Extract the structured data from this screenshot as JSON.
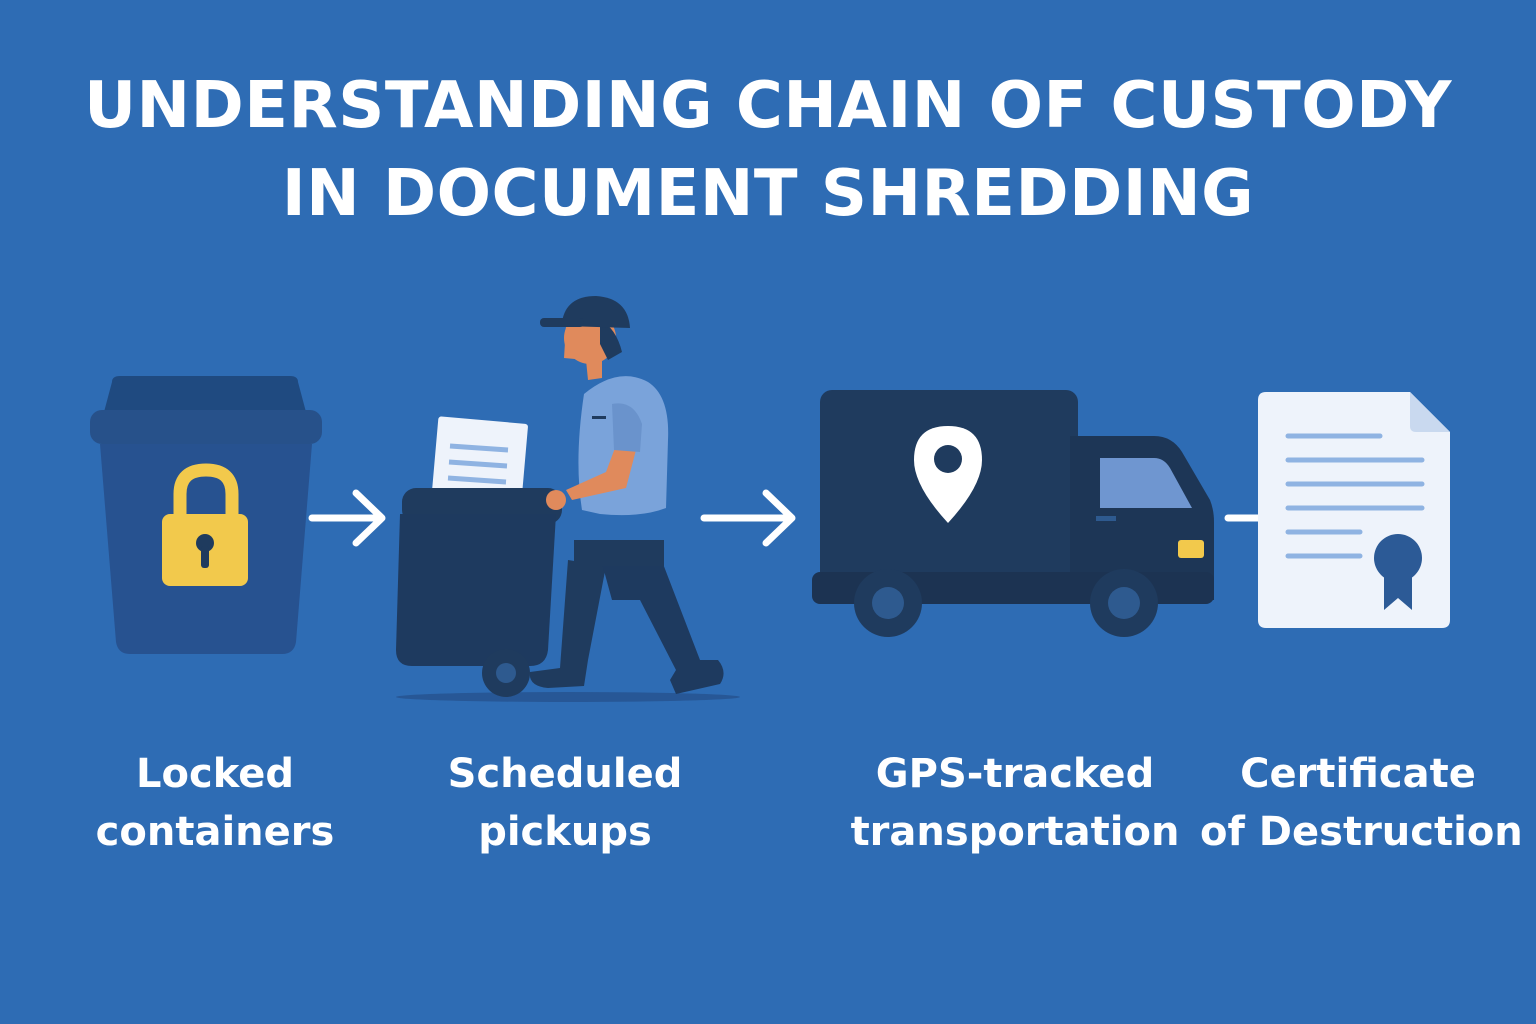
{
  "title": {
    "line1": "UNDERSTANDING CHAIN OF CUSTODY",
    "line2": "IN DOCUMENT SHREDDING"
  },
  "steps": [
    {
      "icon": "locked-bin-icon",
      "label_line1": "Locked",
      "label_line2": "containers"
    },
    {
      "icon": "worker-with-bin-icon",
      "label_line1": "Scheduled",
      "label_line2": "pickups"
    },
    {
      "icon": "gps-truck-icon",
      "label_line1": "GPS-tracked",
      "label_line2": "transportation"
    },
    {
      "icon": "certificate-icon",
      "label_line1": "Certificate",
      "label_line2": "of Destruction"
    }
  ],
  "colors": {
    "background": "#2e6cb4",
    "dark_navy": "#1f3b5e",
    "bin_blue": "#27518a",
    "lock_yellow": "#f2c94c",
    "paper": "#eef3fb",
    "paper_lines": "#8fb3e2",
    "seal": "#2c5a96",
    "skin": "#e08a5c",
    "shirt": "#7aa3da",
    "window": "#6f96d0"
  }
}
